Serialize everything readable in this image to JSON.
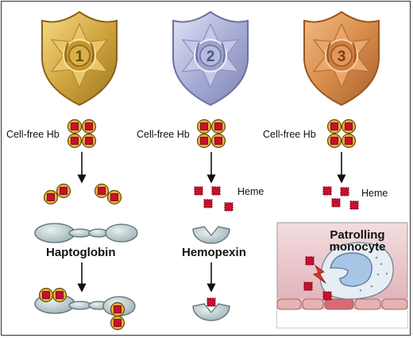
{
  "badges": [
    {
      "number": "1",
      "color": "#d2a640"
    },
    {
      "number": "2",
      "color": "#a9aed6"
    },
    {
      "number": "3",
      "color": "#d98d4c"
    }
  ],
  "labels": {
    "cell_free_hb_1": "Cell-free Hb",
    "cell_free_hb_2": "Cell-free Hb",
    "cell_free_hb_3": "Cell-free Hb",
    "heme_2": "Heme",
    "heme_3": "Heme",
    "haptoglobin": "Haptoglobin",
    "hemopexin": "Hemopexin",
    "patrolling": "Patrolling",
    "monocyte": "monocyte"
  },
  "colors": {
    "hb_fill": "#e2b13f",
    "heme_red": "#c8102e",
    "protein_fill": "#b7c6c9",
    "vessel_bg": "#e4b2ba",
    "monocyte_fill": "#e6eef3"
  },
  "icons": [
    "badge-1-icon",
    "badge-2-icon",
    "badge-3-icon",
    "lightning-icon",
    "arrow-down-icon"
  ]
}
